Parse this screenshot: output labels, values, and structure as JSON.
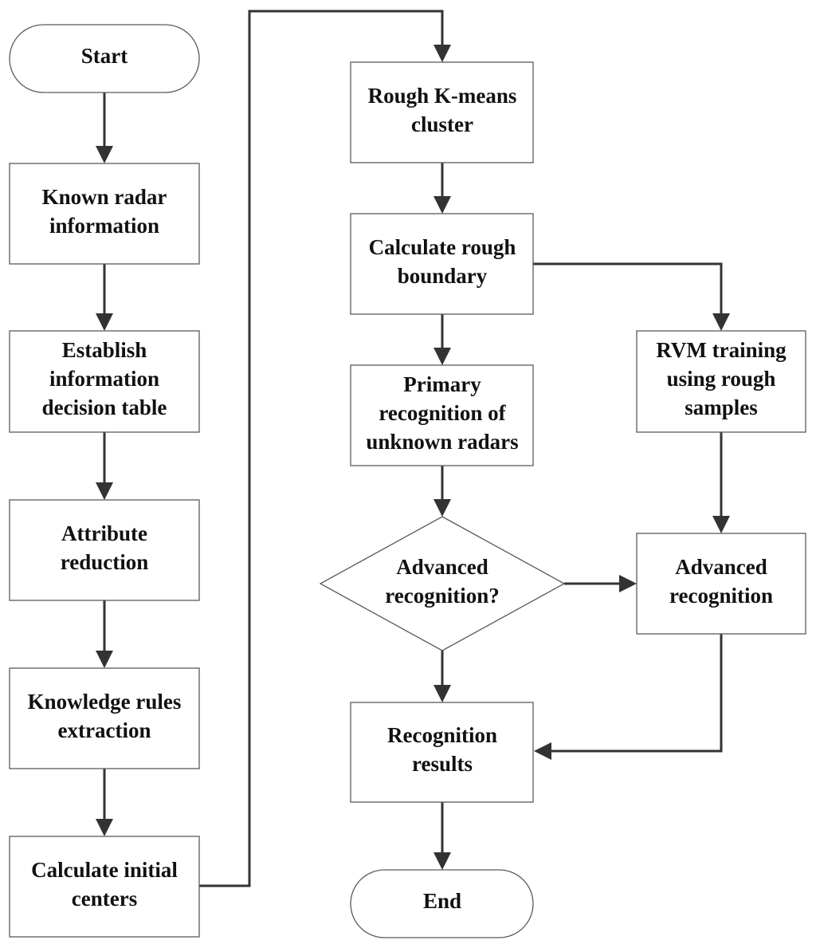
{
  "nodes": {
    "start": [
      "Start"
    ],
    "known_radar": [
      "Known radar",
      "information"
    ],
    "establish_table": [
      "Establish",
      "information",
      "decision table"
    ],
    "attribute_reduction": [
      "Attribute",
      "reduction"
    ],
    "knowledge_rules": [
      "Knowledge rules",
      "extraction"
    ],
    "initial_centers": [
      "Calculate initial",
      "centers"
    ],
    "rough_kmeans": [
      "Rough K-means",
      "cluster"
    ],
    "rough_boundary": [
      "Calculate rough",
      "boundary"
    ],
    "primary_recognition": [
      "Primary",
      "recognition of",
      "unknown radars"
    ],
    "advanced_decision": [
      "Advanced",
      "recognition?"
    ],
    "rvm_training": [
      "RVM training",
      "using rough",
      "samples"
    ],
    "advanced_recognition": [
      "Advanced",
      "recognition"
    ],
    "recognition_results": [
      "Recognition",
      "results"
    ],
    "end": [
      "End"
    ]
  },
  "colors": {
    "line": "#333333",
    "border": "#5a5a5a",
    "text": "#111111",
    "fill": "#ffffff"
  }
}
